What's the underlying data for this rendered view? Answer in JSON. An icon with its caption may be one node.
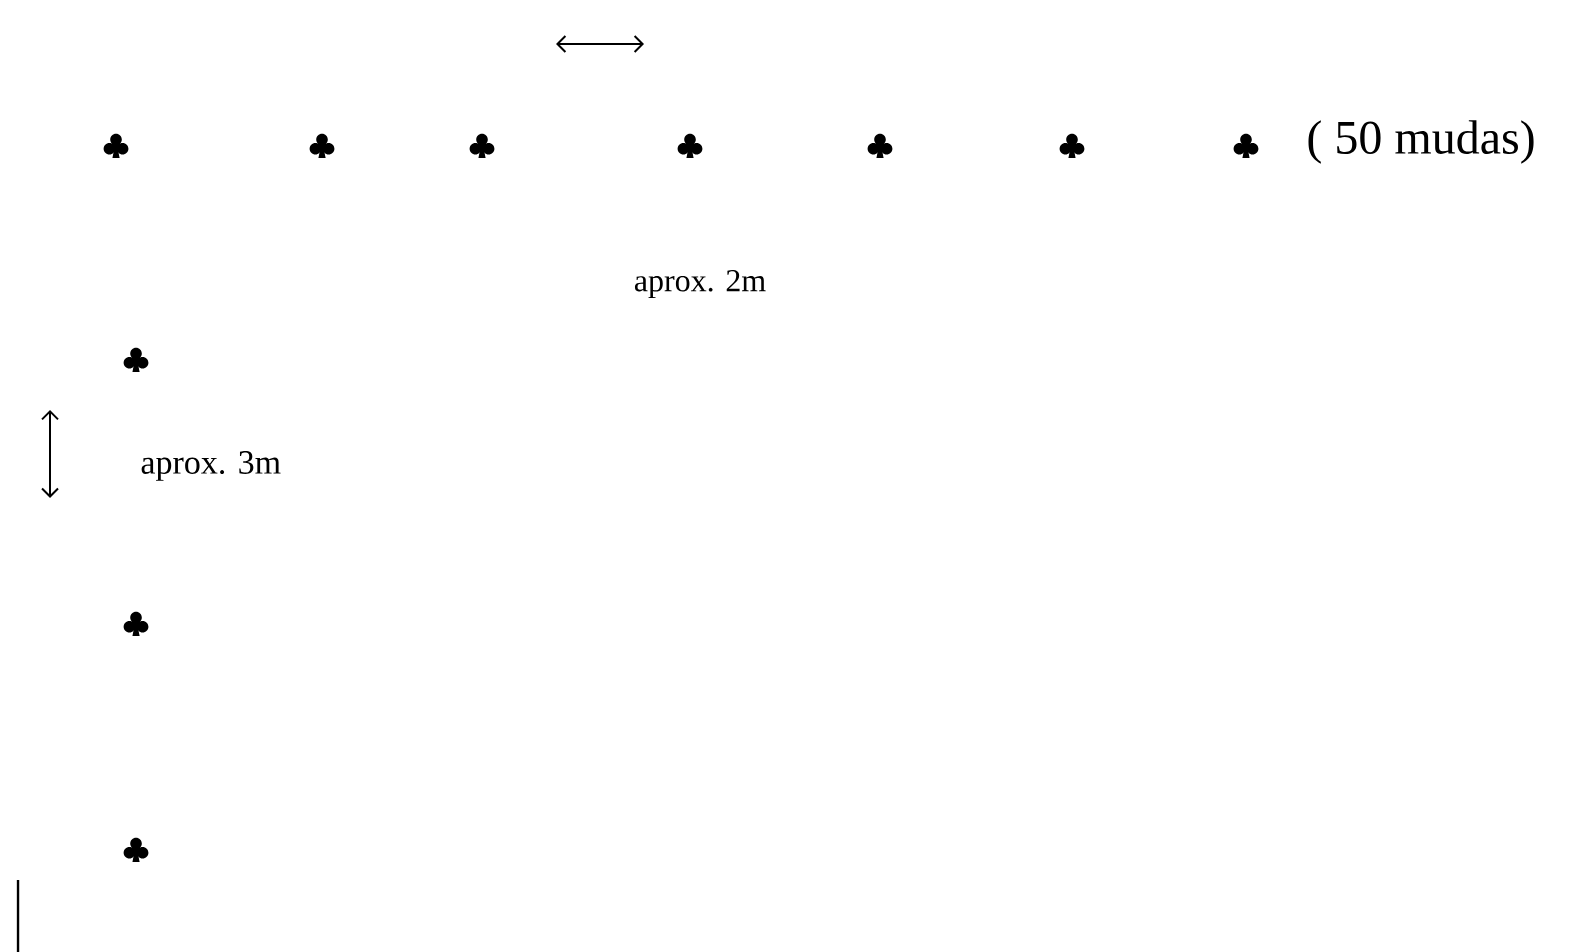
{
  "diagram": {
    "labels": [
      "( 50 mudas)",
      "aprox. 2m",
      "aprox. 3m"
    ]
  }
}
